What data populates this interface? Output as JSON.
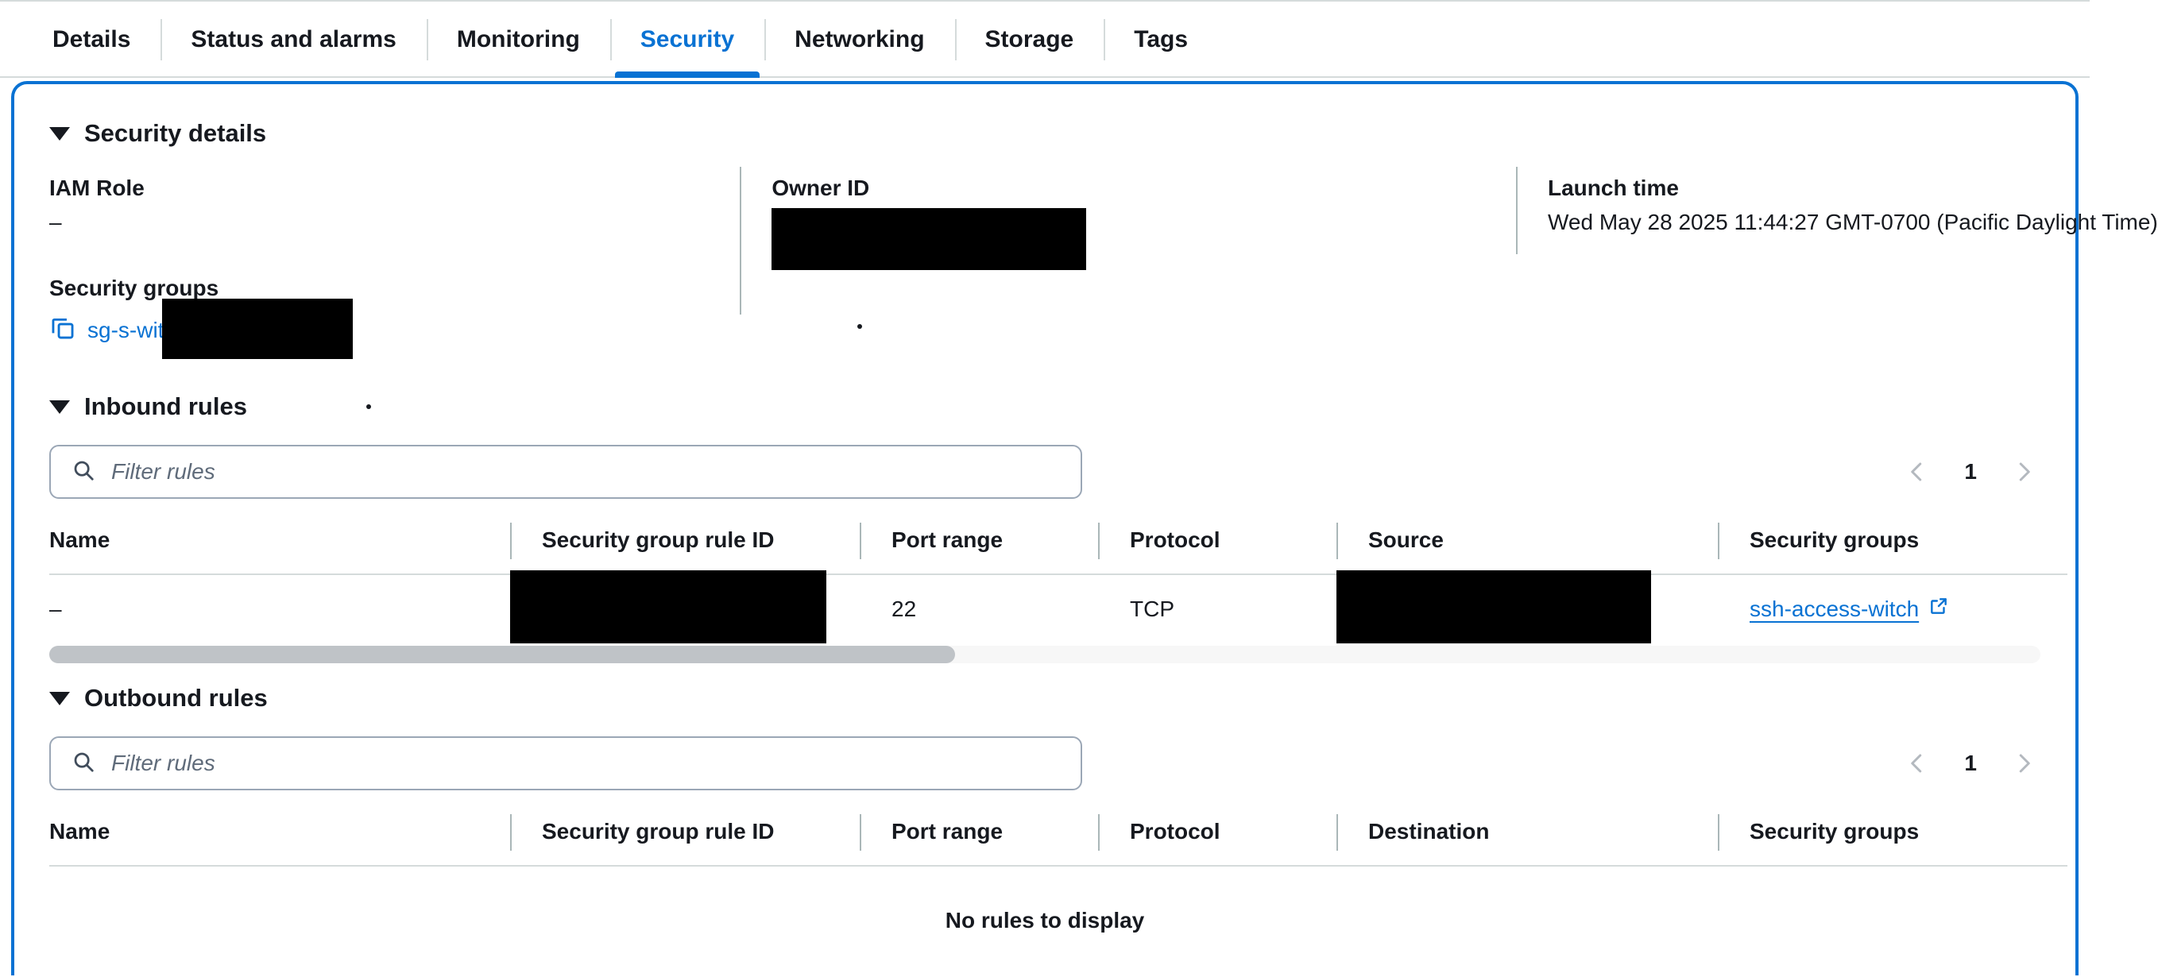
{
  "tabs": [
    {
      "label": "Details",
      "active": false
    },
    {
      "label": "Status and alarms",
      "active": false
    },
    {
      "label": "Monitoring",
      "active": false
    },
    {
      "label": "Security",
      "active": true
    },
    {
      "label": "Networking",
      "active": false
    },
    {
      "label": "Storage",
      "active": false
    },
    {
      "label": "Tags",
      "active": false
    }
  ],
  "security_details": {
    "heading": "Security details",
    "iam_role": {
      "label": "IAM Role",
      "value": "–"
    },
    "owner_id": {
      "label": "Owner ID",
      "value": ""
    },
    "launch_time": {
      "label": "Launch time",
      "value": "Wed May 28 2025 11:44:27 GMT-0700 (Pacific Daylight Time)"
    },
    "security_groups": {
      "label": "Security groups",
      "link_prefix": "sg-",
      "link_suffix": "s-witch)"
    }
  },
  "inbound": {
    "heading": "Inbound rules",
    "search_placeholder": "Filter rules",
    "page": "1",
    "columns": [
      "Name",
      "Security group rule ID",
      "Port range",
      "Protocol",
      "Source",
      "Security groups"
    ],
    "rows": [
      {
        "name": "–",
        "rule_id": "",
        "port_range": "22",
        "protocol": "TCP",
        "source": "",
        "security_group": "ssh-access-witch"
      }
    ]
  },
  "outbound": {
    "heading": "Outbound rules",
    "search_placeholder": "Filter rules",
    "page": "1",
    "columns": [
      "Name",
      "Security group rule ID",
      "Port range",
      "Protocol",
      "Destination",
      "Security groups"
    ],
    "empty_message": "No rules to display"
  },
  "colors": {
    "accent": "#0972d3",
    "text": "#16191f",
    "border": "#d5dbdb",
    "muted": "#5f6b7a"
  }
}
